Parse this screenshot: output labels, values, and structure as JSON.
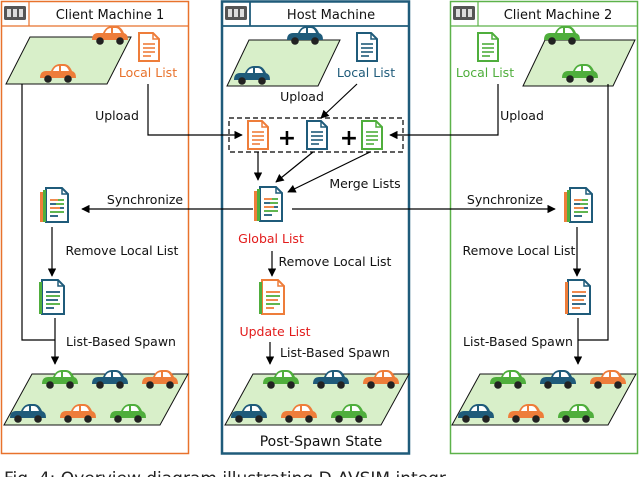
{
  "panels": {
    "client1": {
      "title": "Client Machine 1",
      "color": "#e8722c",
      "local_list": "Local List",
      "upload": "Upload",
      "synchronize": "Synchronize",
      "remove": "Remove Local List",
      "spawn": "List-Based Spawn"
    },
    "host": {
      "title": "Host Machine",
      "color": "#1f5b7a",
      "local_list": "Local List",
      "upload": "Upload",
      "merge": "Merge Lists",
      "global_list": "Global List",
      "remove": "Remove Local List",
      "update_list": "Update List",
      "spawn": "List-Based Spawn",
      "post_spawn": "Post-Spawn State"
    },
    "client2": {
      "title": "Client Machine 2",
      "color": "#5db24a",
      "local_list": "Local List",
      "upload": "Upload",
      "synchronize": "Synchronize",
      "remove": "Remove Local List",
      "spawn": "List-Based Spawn"
    }
  },
  "operators": {
    "plus": "+"
  },
  "highlight_color": "#e21b1b",
  "colors": {
    "orange": "#ee7d3a",
    "blue": "#1f5b7a",
    "green": "#4fae3c",
    "field": "#d8efc9"
  },
  "caption": "Fig. 4: Overview diagram illustrating D-AVSIM integr..."
}
